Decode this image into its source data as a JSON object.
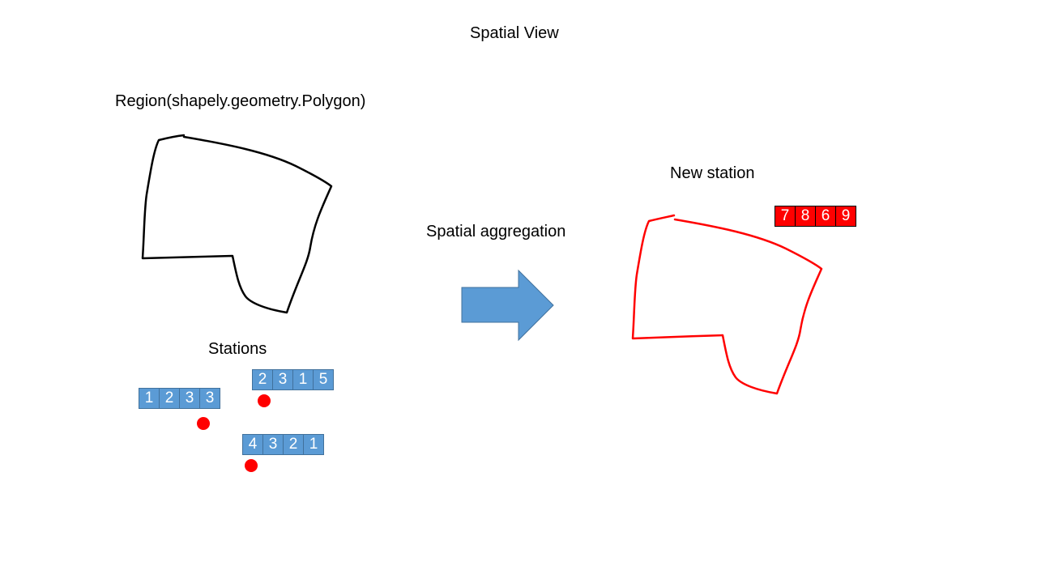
{
  "title": "Spatial View",
  "region_label": "Region(shapely.geometry.Polygon)",
  "stations_label": "Stations",
  "aggregation_label": "Spatial aggregation",
  "new_station_label": "New station",
  "stations": [
    {
      "values": [
        "1",
        "2",
        "3",
        "3"
      ]
    },
    {
      "values": [
        "2",
        "3",
        "1",
        "5"
      ]
    },
    {
      "values": [
        "4",
        "3",
        "2",
        "1"
      ]
    }
  ],
  "new_station": {
    "values": [
      "7",
      "8",
      "6",
      "9"
    ]
  },
  "colors": {
    "region_outline": "#000000",
    "new_region_outline": "#ff0000",
    "station_dot": "#ff0000",
    "station_cell": "#5b9bd5",
    "new_station_cell": "#ff0000",
    "arrow": "#5b9bd5"
  }
}
